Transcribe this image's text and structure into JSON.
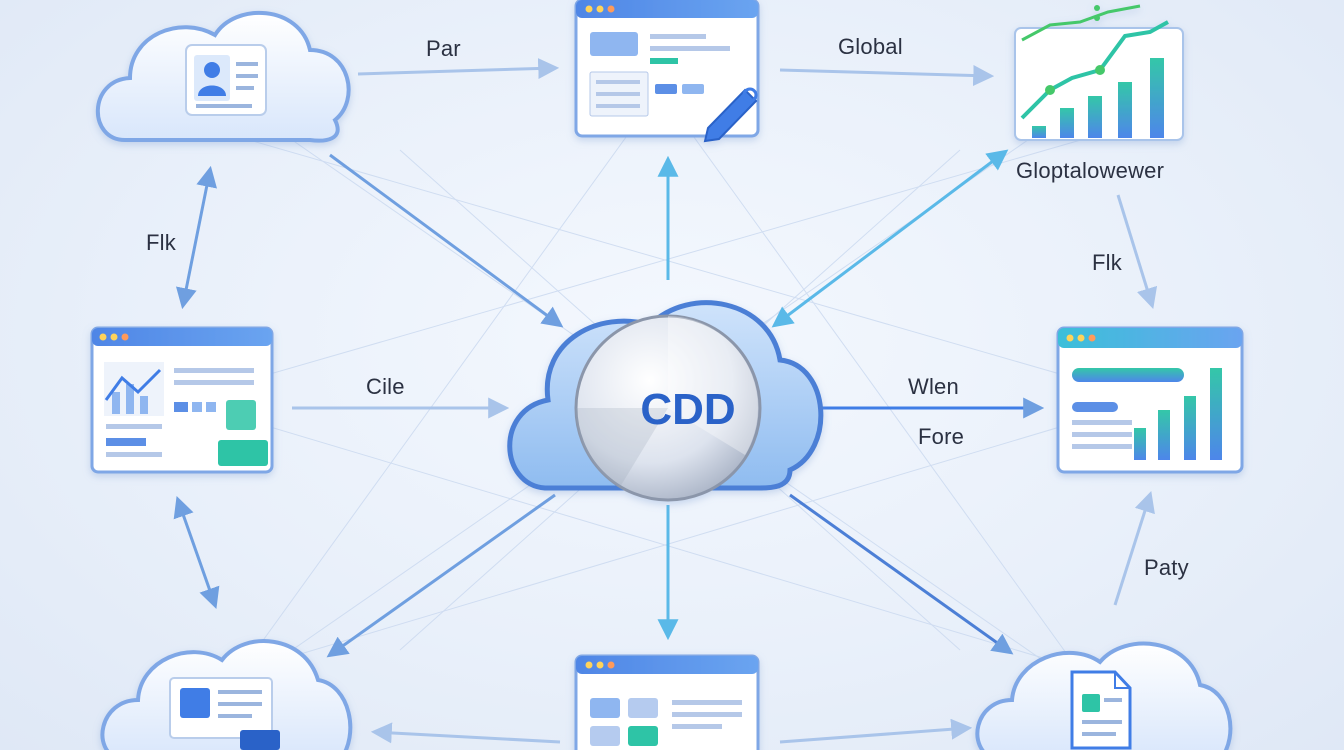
{
  "hub": {
    "title": "CDD"
  },
  "labels": {
    "par": "Par",
    "global": "Global",
    "glopt": "Gloptalowewer",
    "flk_left": "Flk",
    "flk_right": "Flk",
    "cile": "Cile",
    "wlen": "Wlen",
    "fore": "Fore",
    "paty": "Paty"
  },
  "nodes": [
    {
      "name": "profile-cloud",
      "icon": "user-card-icon"
    },
    {
      "name": "editor-window",
      "icon": "pencil-icon"
    },
    {
      "name": "growth-chart",
      "icon": "trend-chart-icon"
    },
    {
      "name": "analytics-window",
      "icon": "line-chart-icon"
    },
    {
      "name": "dashboard-window",
      "icon": "bar-chart-icon"
    },
    {
      "name": "content-cloud",
      "icon": "image-card-icon"
    },
    {
      "name": "grid-window",
      "icon": "grid-icon"
    },
    {
      "name": "document-cloud",
      "icon": "document-icon"
    }
  ],
  "colors": {
    "arrow": "#6f9fe0",
    "arrow_cyan": "#5ab9e8",
    "window_header": "#5b8fe6",
    "accent_green": "#2ec4a6",
    "accent_blue": "#3f7de6"
  }
}
